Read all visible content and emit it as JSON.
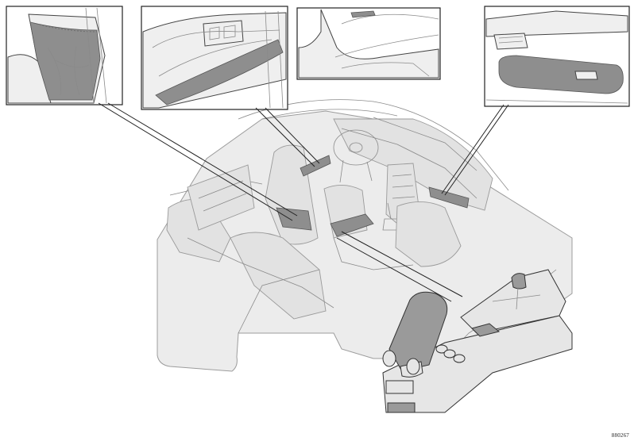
{
  "figure": {
    "code": "880267"
  },
  "storage_areas": [
    {
      "id": "seat-back-pocket",
      "icon": "seat-pocket-icon"
    },
    {
      "id": "door-panel-pocket",
      "icon": "door-pocket-icon"
    },
    {
      "id": "sun-visor-card-holder",
      "icon": "card-holder-icon"
    },
    {
      "id": "glove-compartment",
      "icon": "glovebox-icon"
    },
    {
      "id": "center-console-armrest",
      "icon": "armrest-icon"
    }
  ],
  "colors": {
    "highlight": "#8e8e8e",
    "car_body": "#ececec",
    "outline": "#222222"
  }
}
